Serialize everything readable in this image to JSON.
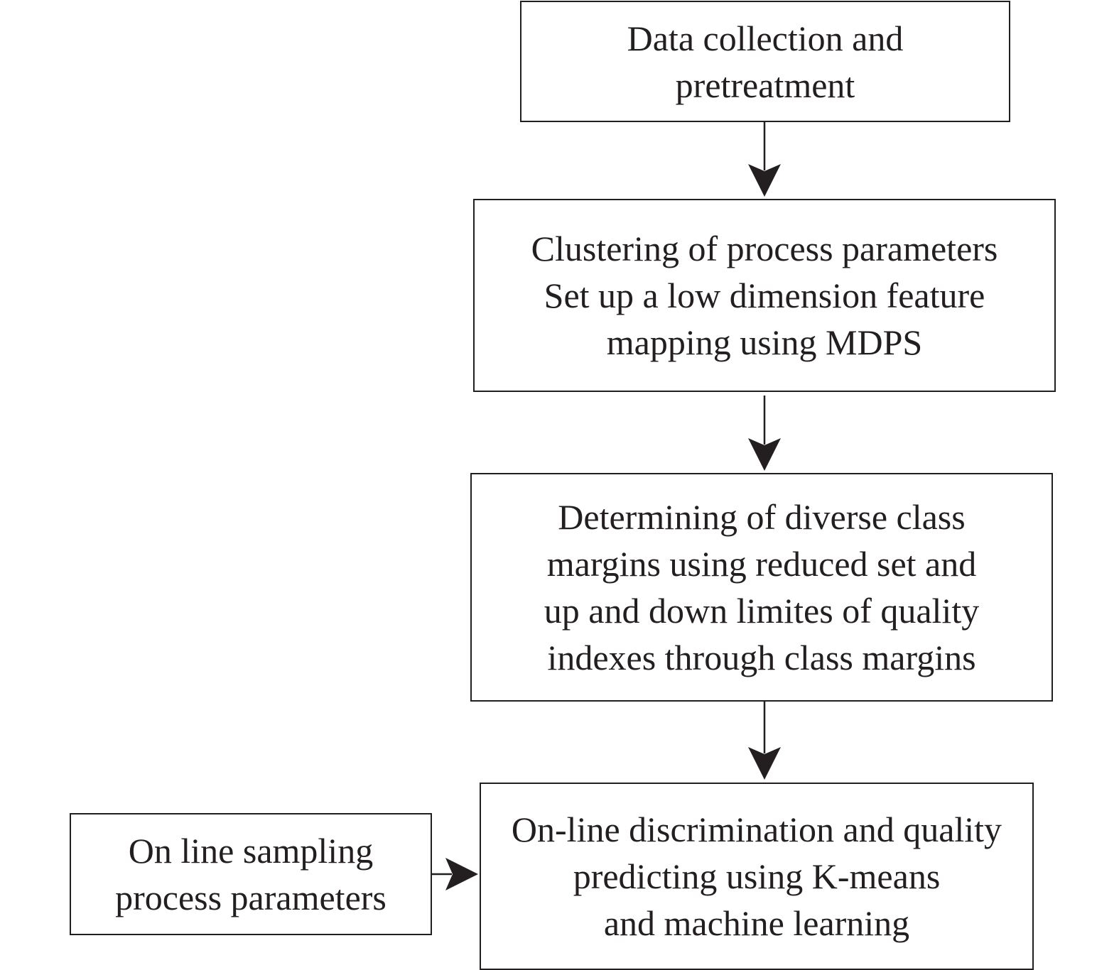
{
  "flowchart": {
    "steps": [
      {
        "id": "data-collection",
        "lines": [
          "Data collection and",
          "pretreatment"
        ]
      },
      {
        "id": "clustering",
        "lines": [
          "Clustering of process parameters",
          "Set up a low dimension feature",
          "mapping using MDPS"
        ]
      },
      {
        "id": "class-margins",
        "lines": [
          "Determining of diverse class",
          "margins using reduced set and",
          "up and down limites of quality",
          "indexes through class margins"
        ]
      },
      {
        "id": "online-discrimination",
        "lines": [
          "On-line discrimination and quality",
          "predicting using K-means",
          "and machine learning"
        ]
      },
      {
        "id": "online-sampling",
        "lines": [
          "On line sampling",
          "process parameters"
        ]
      }
    ],
    "connections": [
      {
        "from": "data-collection",
        "to": "clustering"
      },
      {
        "from": "clustering",
        "to": "class-margins"
      },
      {
        "from": "class-margins",
        "to": "online-discrimination"
      },
      {
        "from": "online-sampling",
        "to": "online-discrimination"
      }
    ],
    "colors": {
      "stroke": "#231f20",
      "text": "#231f20",
      "background": "#ffffff"
    }
  }
}
